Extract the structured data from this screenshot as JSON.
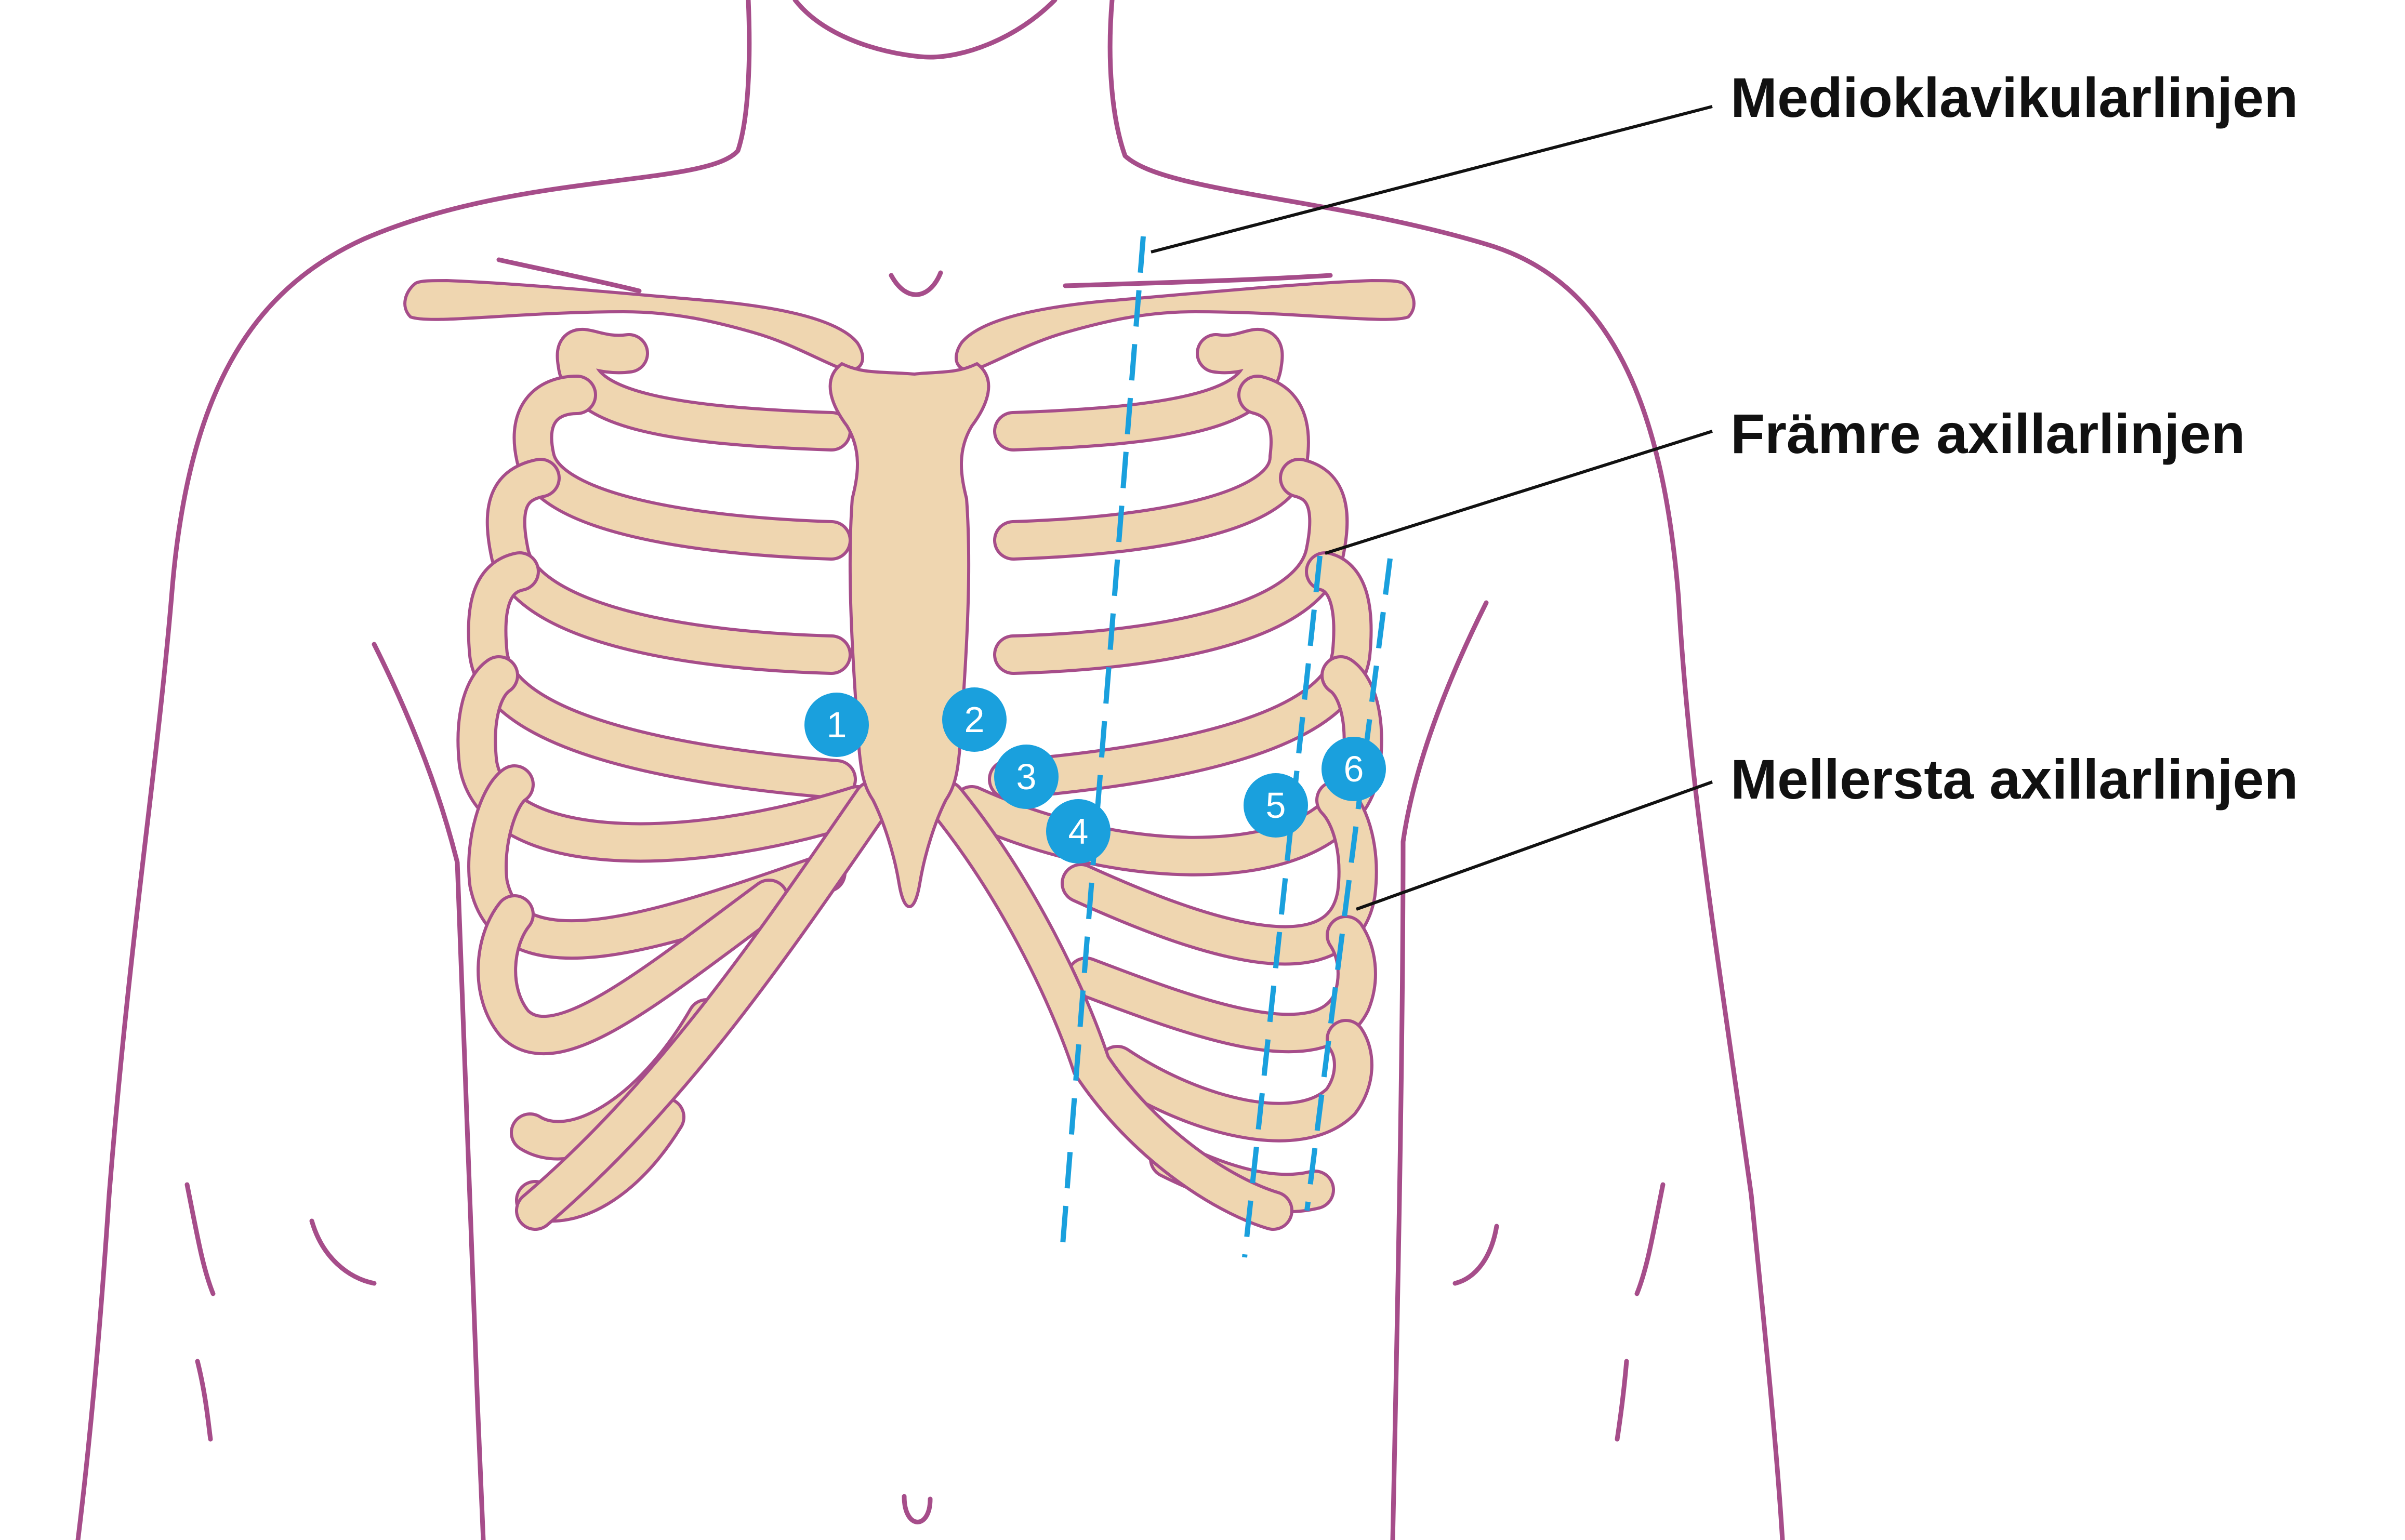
{
  "labels": {
    "midclavicular": "Medioklavikularlinjen",
    "anterior_axillary": "Främre axillarlinjen",
    "mid_axillary": "Mellersta axillarlinjen"
  },
  "electrodes": [
    "1",
    "2",
    "3",
    "4",
    "5",
    "6"
  ],
  "colors": {
    "outline": "#a64d8a",
    "bone": "#efd6b0",
    "electrode": "#1aa0dd",
    "guide_line": "#1aa0dd",
    "text": "#111111"
  }
}
